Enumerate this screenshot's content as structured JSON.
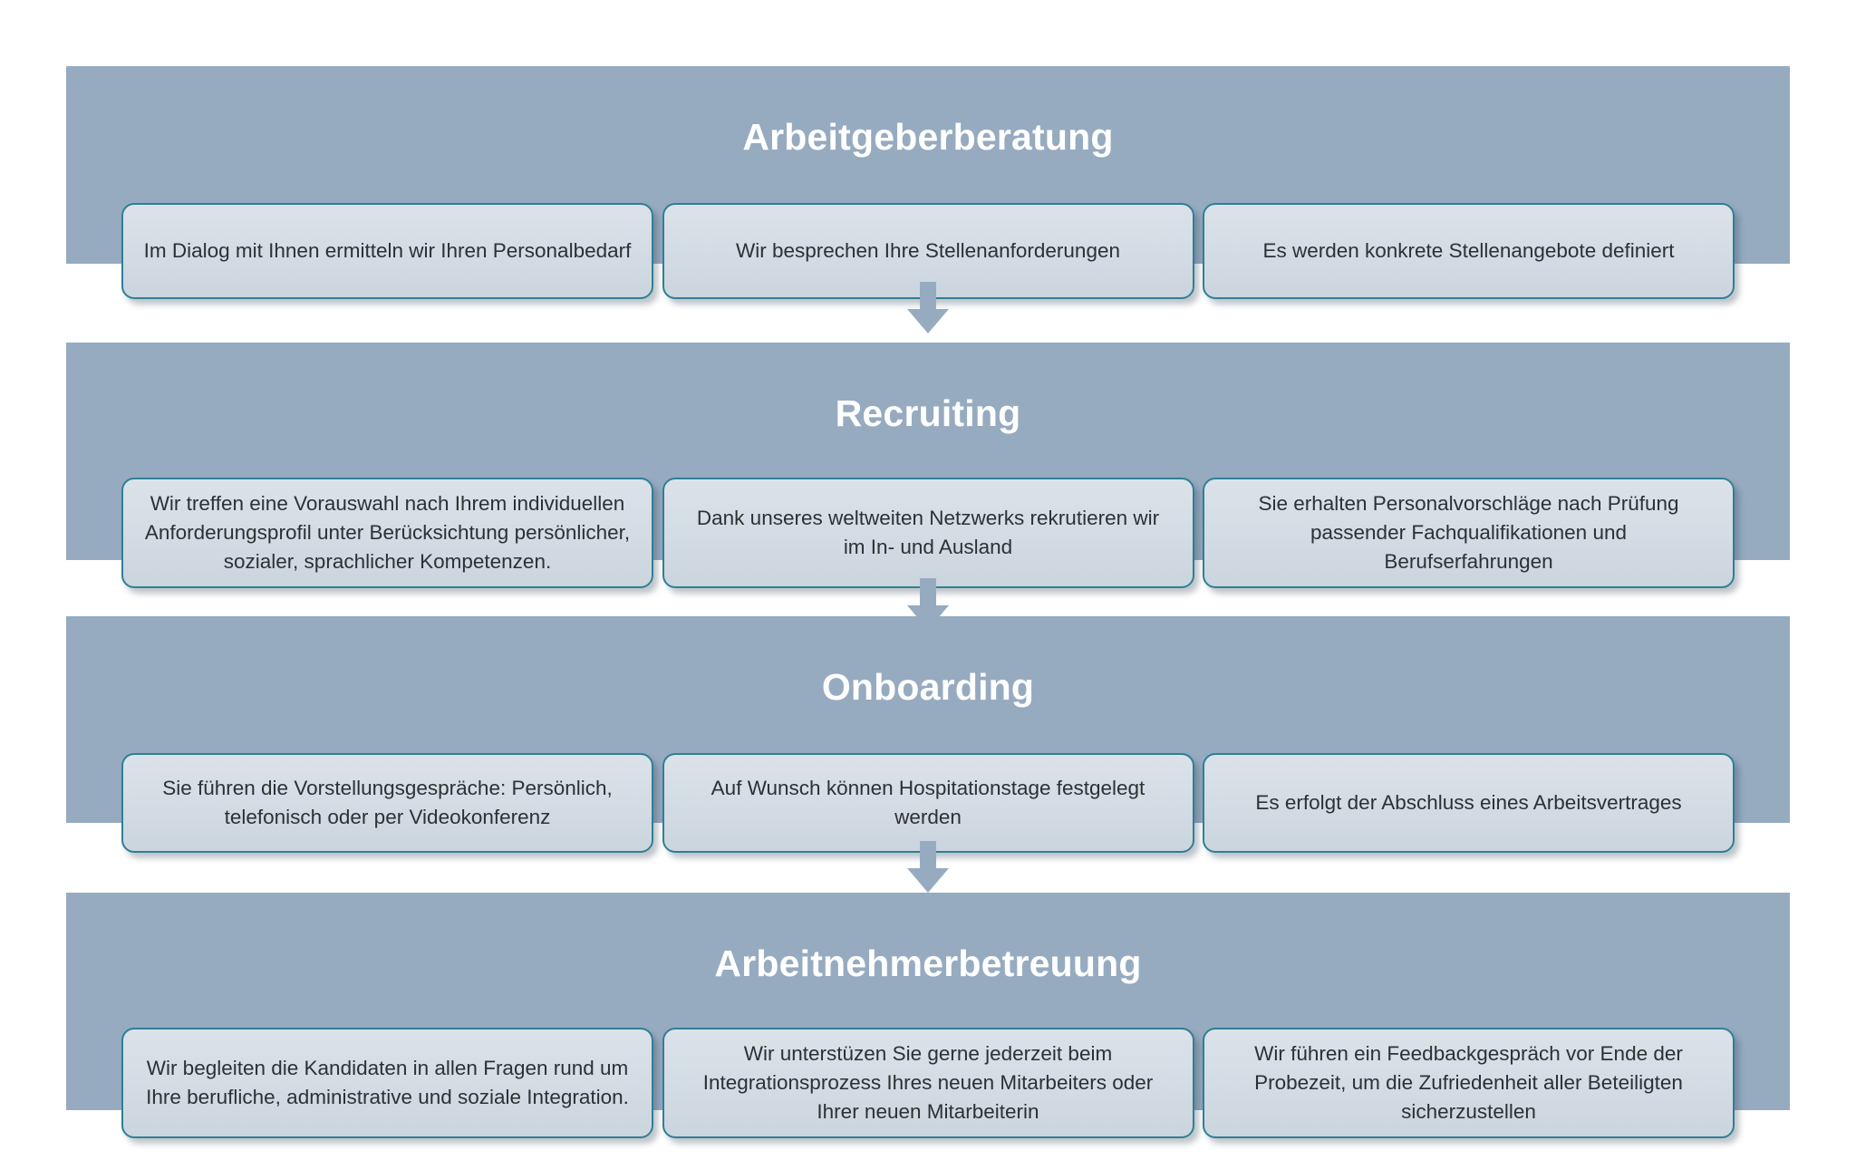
{
  "theme": {
    "band_color": "#96abc0",
    "card_fill": "#d5dde5",
    "card_border": "#2f7f96",
    "heading_color": "#ffffff",
    "body_text_color": "#2c3134",
    "page_background": "#ffffff",
    "arrow_color": "#96abc0"
  },
  "diagram": {
    "type": "vertical-process-flow",
    "stage_count": 4,
    "cards_per_stage": 3,
    "connector": "down-arrow",
    "stages": [
      {
        "id": "arbeitgeberberatung",
        "title": "Arbeitgeberberatung",
        "cards": [
          {
            "text": "Im Dialog mit Ihnen ermitteln wir Ihren Personalbedarf"
          },
          {
            "text": "Wir besprechen Ihre Stellenanforderungen"
          },
          {
            "text": "Es werden konkrete Stellenangebote definiert"
          }
        ]
      },
      {
        "id": "recruiting",
        "title": "Recruiting",
        "cards": [
          {
            "text": "Wir treffen eine Vorauswahl nach Ihrem individuellen Anforderungsprofil unter Berücksichtung persönlicher, sozialer, sprachlicher Kompetenzen."
          },
          {
            "text": "Dank unseres weltweiten Netzwerks rekrutieren wir im In- und Ausland"
          },
          {
            "text": "Sie erhalten Personalvorschläge nach Prüfung passender Fachqualifikationen und Berufserfahrungen"
          }
        ]
      },
      {
        "id": "onboarding",
        "title": "Onboarding",
        "cards": [
          {
            "text": "Sie führen die Vorstellungsgespräche: Persönlich, telefonisch oder per Videokonferenz"
          },
          {
            "text": "Auf Wunsch können Hospitationstage festgelegt werden"
          },
          {
            "text": "Es erfolgt der Abschluss eines Arbeitsvertrages"
          }
        ]
      },
      {
        "id": "arbeitnehmerbetreuung",
        "title": "Arbeitnehmerbetreuung",
        "cards": [
          {
            "text": "Wir begleiten die Kandidaten in allen Fragen rund um Ihre berufliche, administrative und soziale Integration."
          },
          {
            "text": "Wir unterstüzen Sie gerne jederzeit beim Integrationsprozess Ihres neuen Mitarbeiters oder Ihrer neuen Mitarbeiterin"
          },
          {
            "text": "Wir führen ein Feedbackgespräch vor Ende der Probezeit, um die Zufriedenheit aller Beteiligten sicherzustellen"
          }
        ]
      }
    ],
    "arrows": [
      {
        "icon": "arrow-down-icon",
        "from": "arbeitgeberberatung",
        "to": "recruiting"
      },
      {
        "icon": "arrow-down-icon",
        "from": "recruiting",
        "to": "onboarding"
      },
      {
        "icon": "arrow-down-icon",
        "from": "onboarding",
        "to": "arbeitnehmerbetreuung"
      }
    ]
  }
}
